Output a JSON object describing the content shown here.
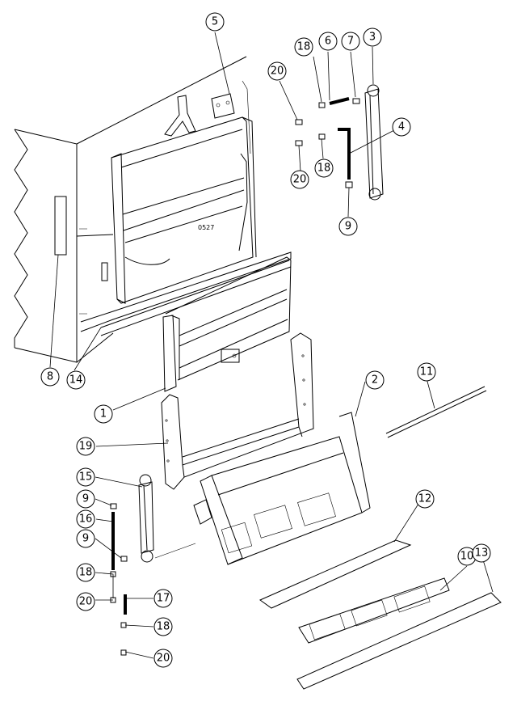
{
  "diagram": {
    "type": "exploded-parts-view",
    "panel_marking": "0527",
    "callouts": [
      {
        "id": "c1",
        "label": "1"
      },
      {
        "id": "c2",
        "label": "2"
      },
      {
        "id": "c3",
        "label": "3"
      },
      {
        "id": "c4",
        "label": "4"
      },
      {
        "id": "c5",
        "label": "5"
      },
      {
        "id": "c6",
        "label": "6"
      },
      {
        "id": "c7",
        "label": "7"
      },
      {
        "id": "c8",
        "label": "8"
      },
      {
        "id": "c9a",
        "label": "9"
      },
      {
        "id": "c9b",
        "label": "9"
      },
      {
        "id": "c9c",
        "label": "9"
      },
      {
        "id": "c10",
        "label": "10"
      },
      {
        "id": "c11",
        "label": "11"
      },
      {
        "id": "c12",
        "label": "12"
      },
      {
        "id": "c13",
        "label": "13"
      },
      {
        "id": "c14",
        "label": "14"
      },
      {
        "id": "c15",
        "label": "15"
      },
      {
        "id": "c16",
        "label": "16"
      },
      {
        "id": "c17",
        "label": "17"
      },
      {
        "id": "c18a",
        "label": "18"
      },
      {
        "id": "c18b",
        "label": "18"
      },
      {
        "id": "c18c",
        "label": "18"
      },
      {
        "id": "c18d",
        "label": "18"
      },
      {
        "id": "c19",
        "label": "19"
      },
      {
        "id": "c20a",
        "label": "20"
      },
      {
        "id": "c20b",
        "label": "20"
      },
      {
        "id": "c20c",
        "label": "20"
      },
      {
        "id": "c20d",
        "label": "20"
      }
    ]
  }
}
